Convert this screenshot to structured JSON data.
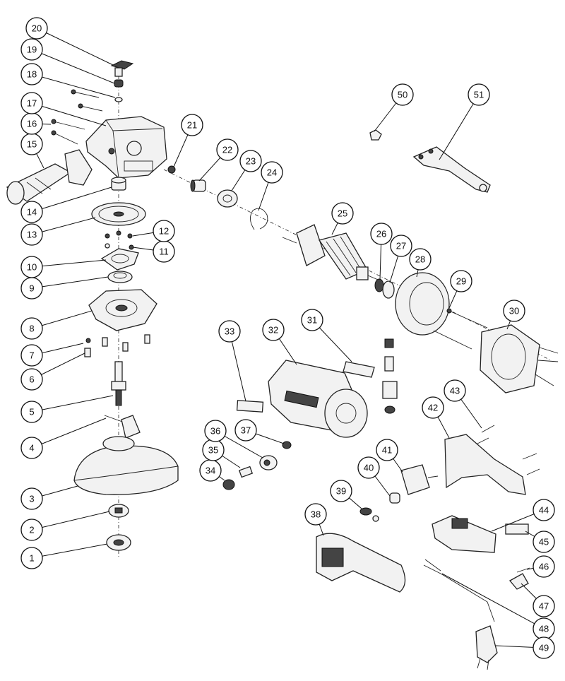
{
  "diagram": {
    "type": "exploded-parts-view",
    "callout_numbers": [
      "1",
      "2",
      "3",
      "4",
      "5",
      "6",
      "7",
      "8",
      "9",
      "10",
      "11",
      "12",
      "13",
      "14",
      "15",
      "16",
      "17",
      "18",
      "19",
      "20",
      "21",
      "22",
      "23",
      "24",
      "25",
      "26",
      "27",
      "28",
      "29",
      "30",
      "31",
      "32",
      "33",
      "34",
      "35",
      "36",
      "37",
      "38",
      "39",
      "40",
      "41",
      "42",
      "43",
      "44",
      "45",
      "46",
      "47",
      "48",
      "49",
      "50",
      "51"
    ]
  }
}
